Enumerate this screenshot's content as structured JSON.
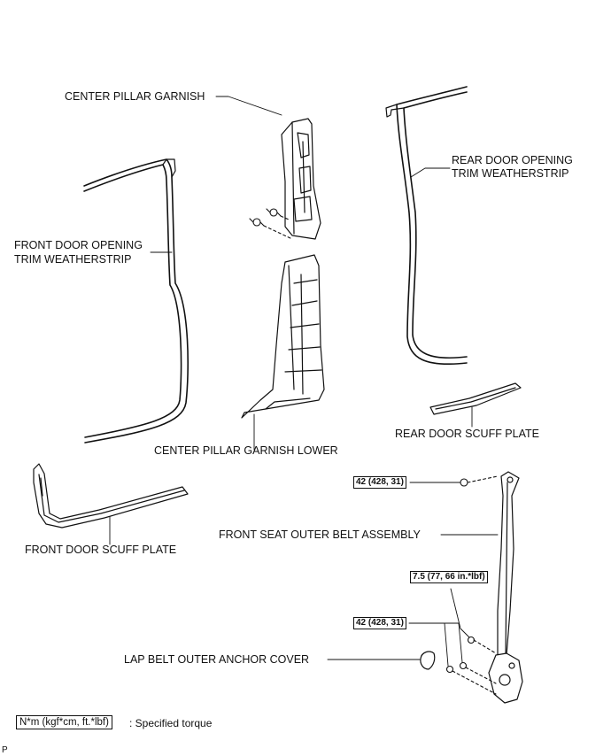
{
  "labels": {
    "center_pillar_garnish": "CENTER PILLAR GARNISH",
    "rear_door_opening_line1": "REAR DOOR OPENING",
    "rear_door_opening_line2": "TRIM WEATHERSTRIP",
    "front_door_opening_line1": "FRONT DOOR OPENING",
    "front_door_opening_line2": "TRIM WEATHERSTRIP",
    "center_pillar_garnish_lower": "CENTER PILLAR GARNISH LOWER",
    "rear_door_scuff_plate": "REAR DOOR SCUFF PLATE",
    "front_door_scuff_plate": "FRONT DOOR SCUFF PLATE",
    "front_seat_outer_belt_assembly": "FRONT SEAT OUTER BELT ASSEMBLY",
    "lap_belt_outer_anchor_cover": "LAP BELT OUTER ANCHOR COVER"
  },
  "torques": {
    "upper_anchor": "42 (428, 31)",
    "middle_bolt": "7.5 (77, 66 in.*lbf)",
    "lower_anchor": "42 (428, 31)"
  },
  "legend": {
    "unit": "N*m (kgf*cm, ft.*lbf)",
    "text": ": Specified torque"
  },
  "footer_mark": "P",
  "colors": {
    "line": "#111111",
    "part_fill": "#ffffff"
  }
}
